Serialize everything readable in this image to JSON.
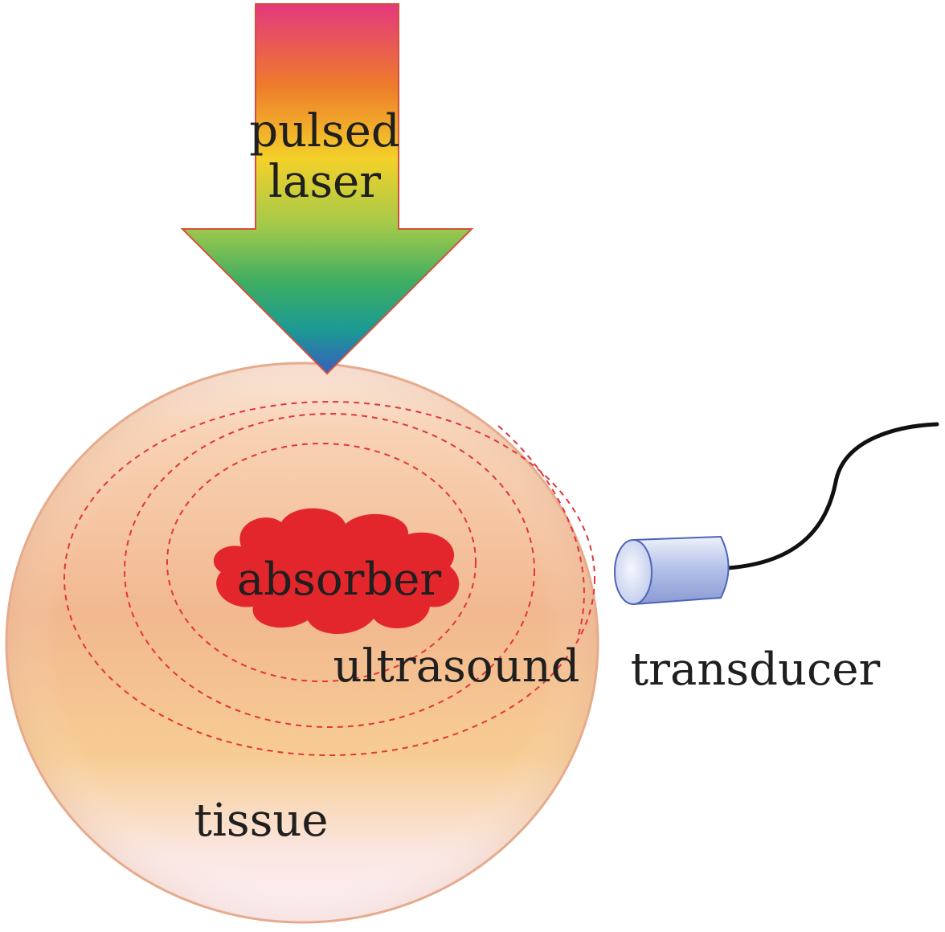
{
  "labels": {
    "laser_line1": "pulsed",
    "laser_line2": "laser",
    "absorber": "absorber",
    "ultrasound": "ultrasound",
    "tissue": "tissue",
    "transducer": "transducer"
  },
  "icons": {
    "laser": "laser-arrow-icon",
    "transducer": "transducer-cylinder-icon"
  },
  "colors": {
    "absorber": "#e3262b",
    "wavefront": "#e0363a",
    "tissue_edge": "#e7a98a",
    "cable": "#111111",
    "transducer_body": "#a9b8e6",
    "laser_gradient": [
      "#e4387f",
      "#ee7b2b",
      "#f3d12a",
      "#a3c94a",
      "#3fae62",
      "#1b9a93",
      "#3a5fbf"
    ]
  }
}
